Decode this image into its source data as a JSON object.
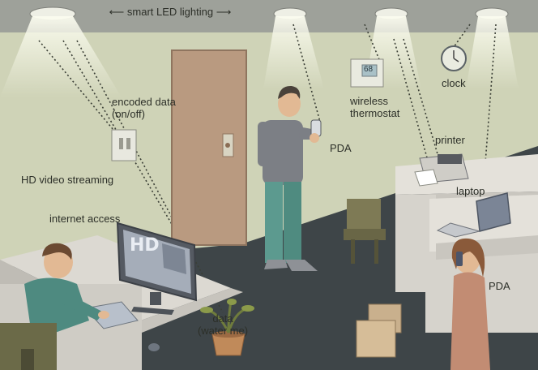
{
  "title": "smart LED lighting",
  "labels": {
    "encoded_data": [
      "encoded data",
      "(on/off)"
    ],
    "hd_video": "HD video streaming",
    "internet": "internet access",
    "pda_standing": "PDA",
    "wireless_thermostat": [
      "wireless",
      "thermostat"
    ],
    "clock": "clock",
    "printer": "printer",
    "laptop": "laptop",
    "pda_sitting": "PDA",
    "data_water": [
      "data",
      "(water me)"
    ],
    "monitor_text": "HD",
    "thermostat_display": "68"
  },
  "colors": {
    "wall": "#cfd3b7",
    "ceiling": "#9ea19a",
    "floor": "#3e4548",
    "desk": "#d9d6cf",
    "door": "#b99a80",
    "light_beam": "#f6f8e8"
  }
}
